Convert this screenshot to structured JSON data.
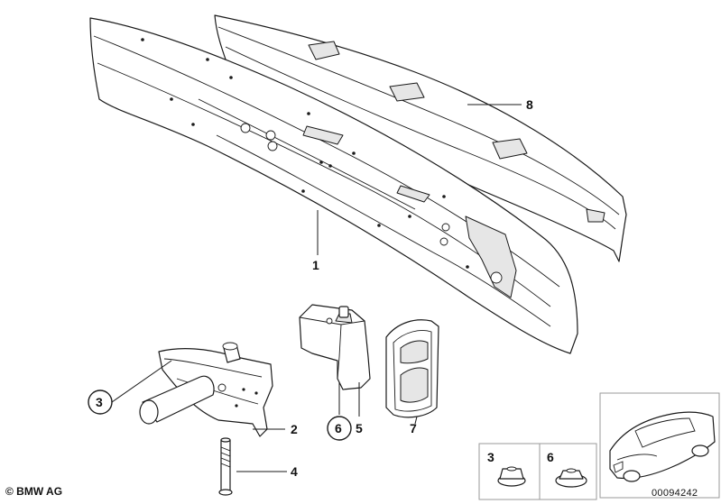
{
  "callouts": {
    "part1": "1",
    "part2": "2",
    "part3": "3",
    "part4": "4",
    "part5": "5",
    "part6": "6",
    "part7": "7",
    "part8": "8",
    "inset_part3": "3",
    "inset_part6": "6"
  },
  "footer": {
    "copyright": "© BMW AG",
    "document_number": "00094242"
  }
}
